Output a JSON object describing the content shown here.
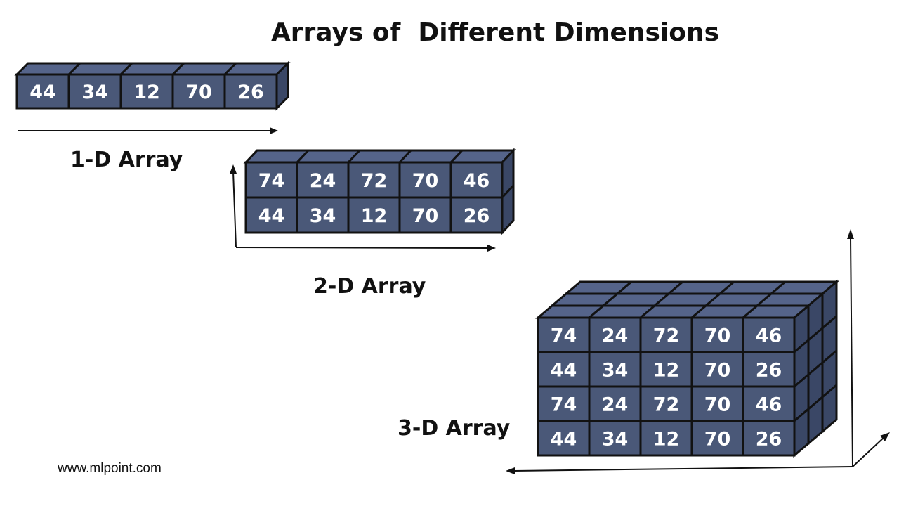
{
  "title": "Arrays of  Different Dimensions",
  "arrays": {
    "one_d": {
      "label": "1-D Array",
      "rows": [
        [
          "44",
          "34",
          "12",
          "70",
          "26"
        ]
      ]
    },
    "two_d": {
      "label": "2-D Array",
      "rows": [
        [
          "74",
          "24",
          "72",
          "70",
          "46"
        ],
        [
          "44",
          "34",
          "12",
          "70",
          "26"
        ]
      ]
    },
    "three_d": {
      "label": "3-D Array",
      "rows": [
        [
          "74",
          "24",
          "72",
          "70",
          "46"
        ],
        [
          "44",
          "34",
          "12",
          "70",
          "26"
        ],
        [
          "74",
          "24",
          "72",
          "70",
          "46"
        ],
        [
          "44",
          "34",
          "12",
          "70",
          "26"
        ]
      ],
      "depth_layers": 3
    }
  },
  "website": "www.mlpoint.com",
  "colors": {
    "cell_front": "#4a5878",
    "cell_top": "#55648a",
    "cell_side": "#3a4766",
    "outline": "#121212",
    "text": "#ffffff"
  }
}
